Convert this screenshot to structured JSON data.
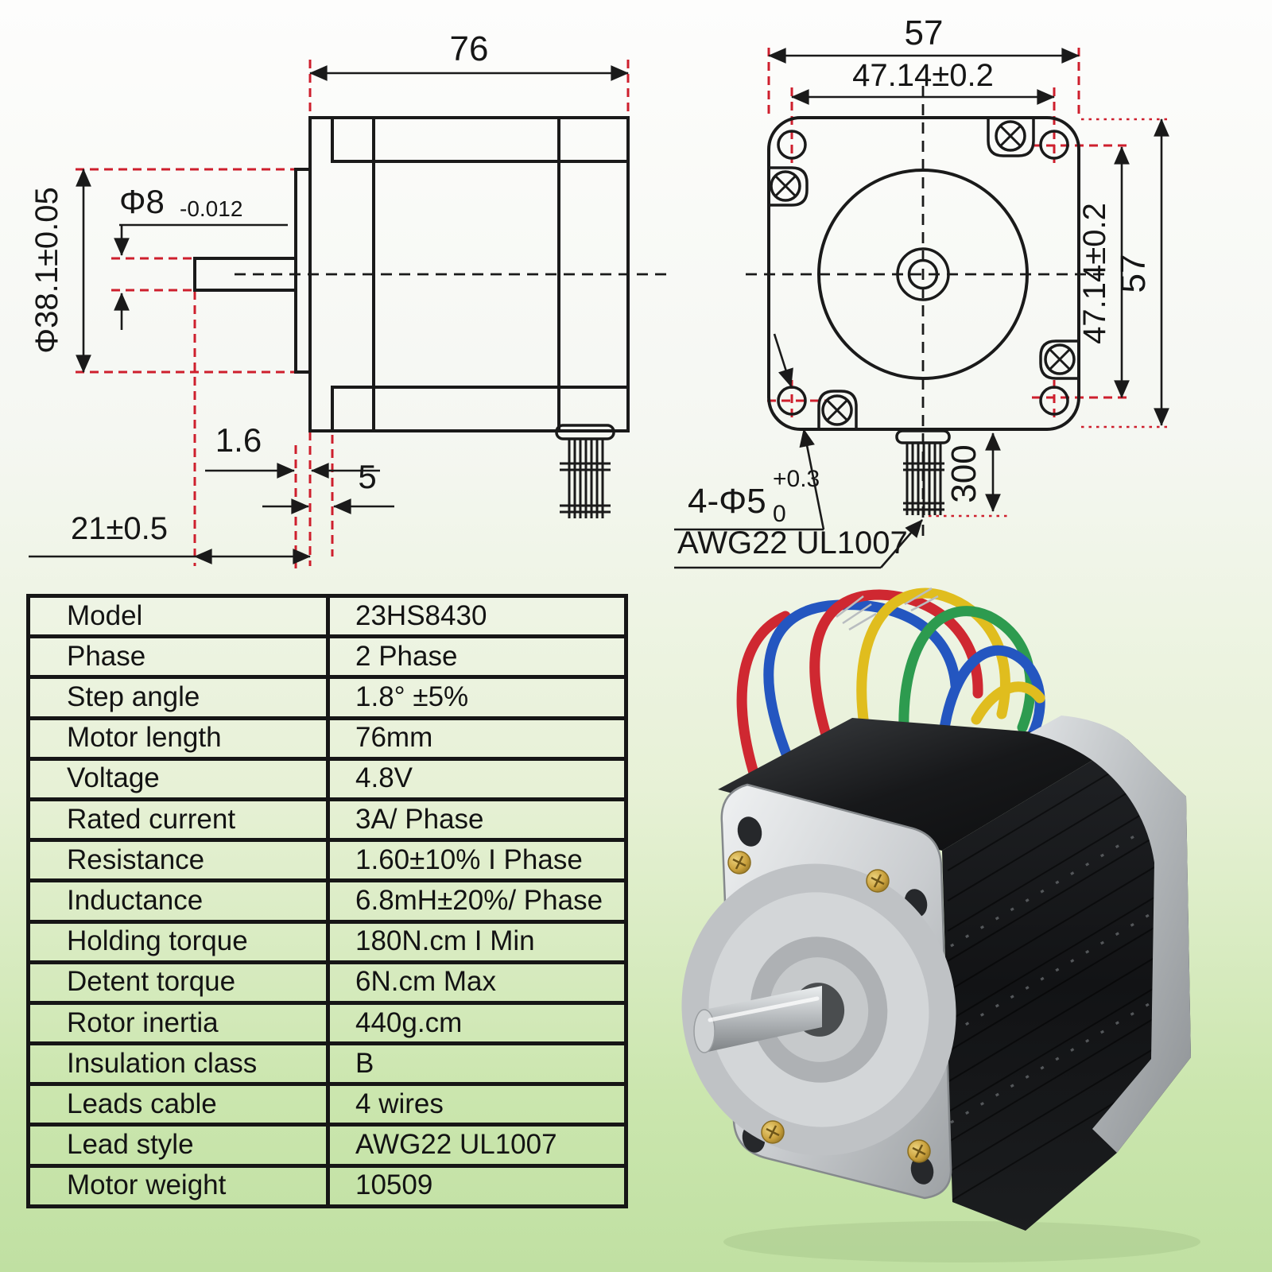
{
  "side_view": {
    "dim_length": "76",
    "shaft_dia": "Φ8",
    "shaft_dia_tol": "-0.012",
    "pilot_dia": "Φ38.1±0.05",
    "pilot_thickness": "1.6",
    "step_depth": "5",
    "shaft_length": "21±0.5"
  },
  "front_view": {
    "dim_width": "57",
    "dim_hole_pitch_h": "47.14±0.2",
    "dim_hole_pitch_v": "47.14±0.2",
    "dim_height": "57",
    "mount_holes": "4-Φ5",
    "mount_holes_upper_tol": "+0.3",
    "mount_holes_lower_tol": "0",
    "lead_length": "300",
    "lead_label": "AWG22 UL1007"
  },
  "spec_table": {
    "rows": [
      {
        "label": "Model",
        "value": "23HS8430"
      },
      {
        "label": "Phase",
        "value": "2 Phase"
      },
      {
        "label": "Step angle",
        "value": "1.8° ±5%"
      },
      {
        "label": "Motor length",
        "value": "76mm"
      },
      {
        "label": "Voltage",
        "value": "4.8V"
      },
      {
        "label": "Rated current",
        "value": "3A/ Phase"
      },
      {
        "label": "Resistance",
        "value": "1.60±10% I Phase"
      },
      {
        "label": "Inductance",
        "value": "6.8mH±20%/ Phase"
      },
      {
        "label": "Holding torque",
        "value": "180N.cm I Min"
      },
      {
        "label": "Detent torque",
        "value": "6N.cm Max"
      },
      {
        "label": "Rotor inertia",
        "value": "440g.cm"
      },
      {
        "label": "Insulation class",
        "value": "B"
      },
      {
        "label": "Leads cable",
        "value": "4 wires"
      },
      {
        "label": "Lead style",
        "value": "AWG22 UL1007"
      },
      {
        "label": "Motor weight",
        "value": "10509"
      }
    ]
  },
  "colors": {
    "line_black": "#1a1a1a",
    "dimension_red": "#ce1f2d",
    "background_top": "#fdfdfc",
    "background_bottom": "#c0e0a2",
    "wire_red": "#cf2831",
    "wire_blue": "#2456c0",
    "wire_yellow": "#e0bd1e",
    "wire_green": "#2d9b4f",
    "screw_brass": "#c9a03c"
  }
}
